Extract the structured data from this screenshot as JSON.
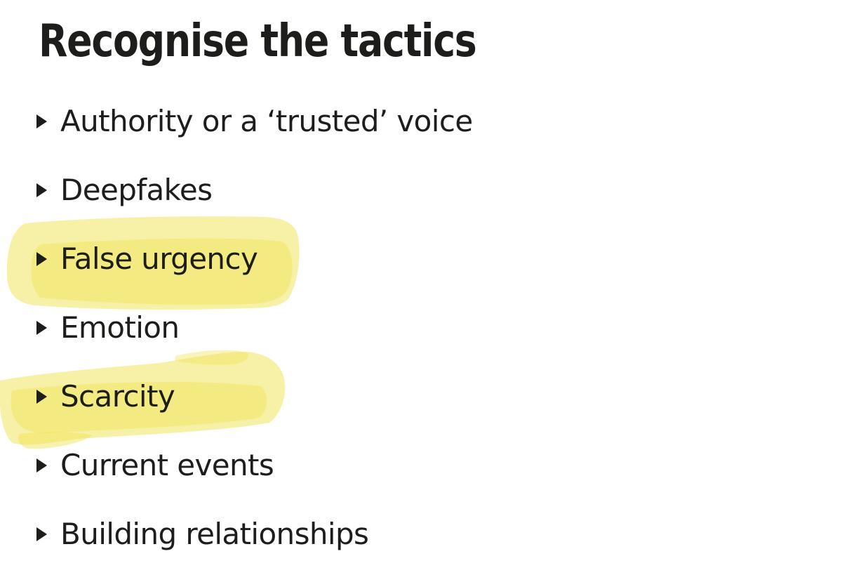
{
  "page": {
    "title": "Recognise the tactics",
    "background_color": "#ffffff",
    "text_color": "#1d1d1b"
  },
  "list": {
    "bullet_icon": "right-pointing-triangle",
    "items": [
      {
        "label": "Authority or a ‘trusted’ voice",
        "highlighted": false
      },
      {
        "label": "Deepfakes",
        "highlighted": false
      },
      {
        "label": "False urgency",
        "highlighted": true
      },
      {
        "label": "Emotion",
        "highlighted": false
      },
      {
        "label": "Scarcity",
        "highlighted": true
      },
      {
        "label": "Current events",
        "highlighted": false
      },
      {
        "label": "Building relationships",
        "highlighted": false
      }
    ]
  },
  "highlight": {
    "color": "#efe34f"
  }
}
